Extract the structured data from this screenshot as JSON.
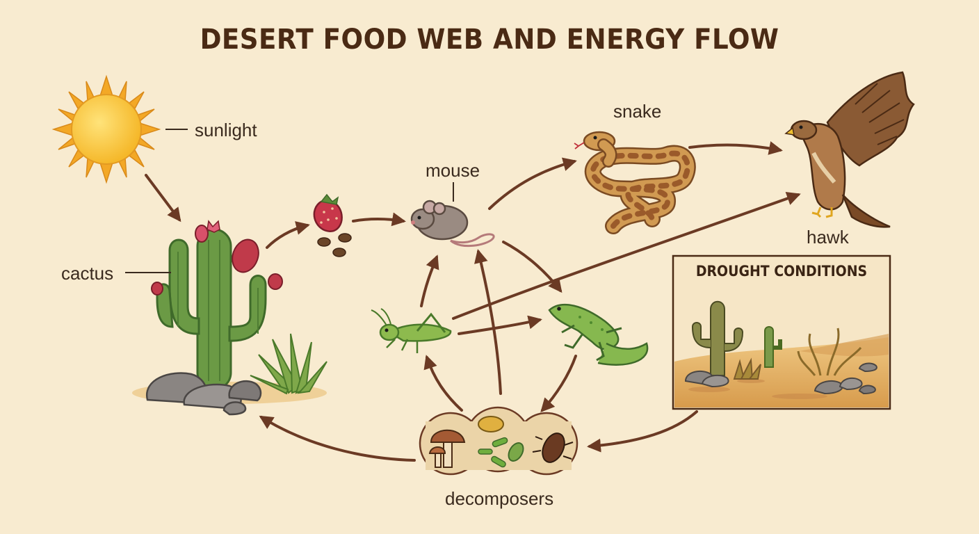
{
  "title": "DESERT FOOD WEB AND ENERGY FLOW",
  "labels": {
    "sunlight": "sunlight",
    "cactus": "cactus",
    "mouse": "mouse",
    "snake": "snake",
    "hawk": "hawk",
    "decomposers": "decomposers",
    "drought": "DROUGHT CONDITIONS"
  },
  "icons": {
    "sun": "sun-icon",
    "cactus": "cactus-icon",
    "fruit": "prickly-pear-fruit-icon",
    "seeds": "seeds-icon",
    "mouse": "mouse-icon",
    "grasshopper": "grasshopper-icon",
    "lizard": "lizard-icon",
    "snake": "snake-icon",
    "hawk": "hawk-icon",
    "decomposers": "decomposers-icon"
  },
  "colors": {
    "background": "#f8ebd0",
    "arrow": "#6b3a24",
    "title": "#4a2a14",
    "sun": "#f7c531",
    "cactus": "#6b9a45",
    "sand": "#e3b56a"
  }
}
